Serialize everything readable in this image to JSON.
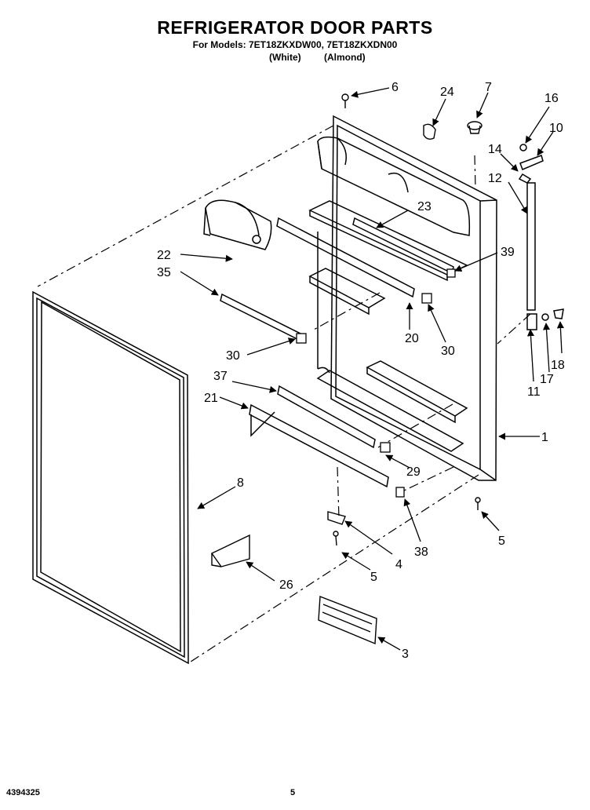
{
  "header": {
    "title": "REFRIGERATOR DOOR PARTS",
    "models": "For Models: 7ET18ZKXDW00, 7ET18ZKXDN00",
    "variant_1": "(White)",
    "variant_2": "(Almond)"
  },
  "callouts": {
    "c1": "1",
    "c3": "3",
    "c4": "4",
    "c5a": "5",
    "c5b": "5",
    "c6": "6",
    "c7": "7",
    "c8": "8",
    "c10": "10",
    "c11": "11",
    "c12": "12",
    "c14": "14",
    "c16": "16",
    "c17": "17",
    "c18": "18",
    "c20": "20",
    "c21": "21",
    "c22": "22",
    "c23": "23",
    "c24": "24",
    "c26": "26",
    "c29": "29",
    "c30a": "30",
    "c30b": "30",
    "c35": "35",
    "c37": "37",
    "c38": "38",
    "c39": "39"
  },
  "footer": {
    "doc_number": "4394325",
    "page": "5"
  }
}
